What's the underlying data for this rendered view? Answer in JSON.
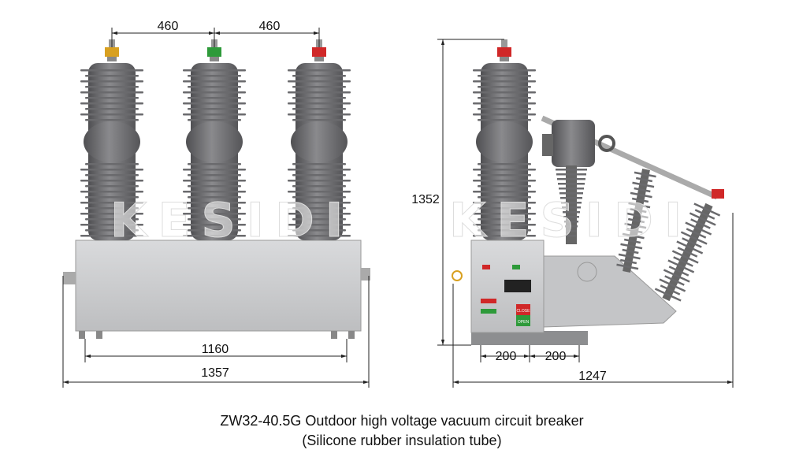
{
  "figure": {
    "caption_line1": "ZW32-40.5G Outdoor high voltage vacuum circuit breaker",
    "caption_line2": "(Silicone rubber insulation tube)",
    "watermark": "KESIDI"
  },
  "front_view": {
    "dim_pole_spacing_1": "460",
    "dim_pole_spacing_2": "460",
    "dim_mount_width": "1160",
    "dim_overall_width": "1357",
    "phase_cap_colors": [
      "#d8a020",
      "#2e9a3a",
      "#d02828"
    ]
  },
  "side_view": {
    "dim_height": "1352",
    "dim_base_1": "200",
    "dim_base_2": "200",
    "dim_overall_depth": "1247",
    "panel_close_label": "CLOSE",
    "panel_open_label": "OPEN"
  },
  "colors": {
    "insulator": "#6f6f71",
    "tank": "#c9cacc",
    "dim_line": "#222222"
  }
}
